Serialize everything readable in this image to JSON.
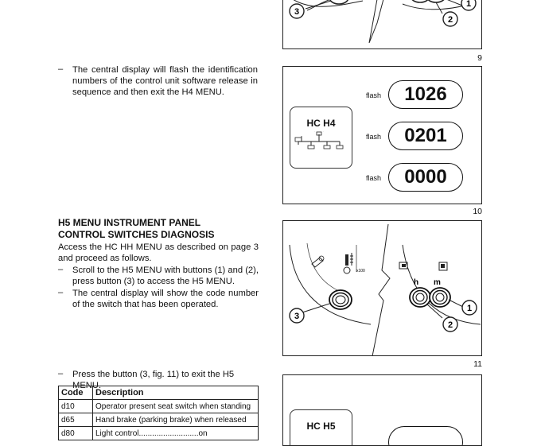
{
  "fig9": {
    "number": "9",
    "callouts": [
      "3",
      "1",
      "2"
    ]
  },
  "fig10": {
    "number": "10",
    "display_title": "HC H4",
    "flash_label": "flash",
    "values": [
      "1026",
      "0201",
      "0000"
    ]
  },
  "fig11": {
    "number": "11",
    "callouts": [
      "3",
      "1",
      "2"
    ],
    "symbol_h": "h",
    "symbol_m": "m",
    "small_text": "x100"
  },
  "fig12": {
    "display_title": "HC H5"
  },
  "dash": "–",
  "para_exit_h4": "The central display will flash the identification numbers of the control unit software release in sequence and then exit the H4 MENU.",
  "heading": [
    "H5 MENU INSTRUMENT PANEL",
    "CONTROL SWITCHES DIAGNOSIS"
  ],
  "intro": "Access the HC HH MENU as described on page 3 and proceed as follows.",
  "step_scroll": "Scroll to the H5 MENU with buttons (1) and (2), press button (3) to access the H5 MENU.",
  "step_display": "The central display will show the code number of the switch that has been operated.",
  "step_exit": "Press the button (3, fig. 11) to exit the H5 MENU.",
  "table": {
    "headers": [
      "Code",
      "Description"
    ],
    "rows": [
      [
        "d10",
        "Operator present seat switch when standing"
      ],
      [
        "d65",
        "Hand brake (parking brake) when released"
      ],
      [
        "d80",
        "Light control...........................on"
      ]
    ]
  }
}
